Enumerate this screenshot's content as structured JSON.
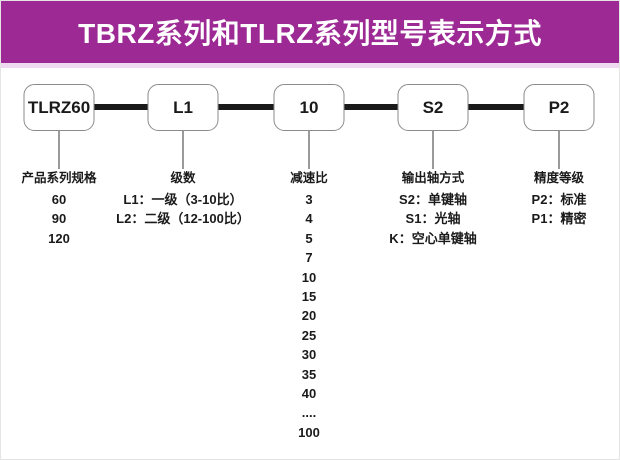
{
  "title": "TBRZ系列和TLRZ系列型号表示方式",
  "colors": {
    "header_bg": "#9d2a94",
    "header_strip": "#efd9ee",
    "connector": "#1a1a1a",
    "box_border": "#8b8b8b",
    "text": "#1a1a1a"
  },
  "diagram": {
    "columns": [
      {
        "key": "series",
        "code": "TLRZ60",
        "label": "产品系列规格",
        "items": [
          "60",
          "90",
          "120"
        ]
      },
      {
        "key": "stages",
        "code": "L1",
        "label": "级数",
        "items": [
          "L1：一级（3-10比）",
          "L2：二级（12-100比）"
        ]
      },
      {
        "key": "ratio",
        "code": "10",
        "label": "减速比",
        "items": [
          "3",
          "4",
          "5",
          "7",
          "10",
          "15",
          "20",
          "25",
          "30",
          "35",
          "40",
          "....",
          "100"
        ]
      },
      {
        "key": "output-shaft",
        "code": "S2",
        "label": "输出轴方式",
        "items": [
          "S2：单键轴",
          "S1：光轴",
          "K：空心单键轴"
        ]
      },
      {
        "key": "accuracy",
        "code": "P2",
        "label": "精度等级",
        "items": [
          "P2：标准",
          "P1：精密"
        ]
      }
    ]
  }
}
